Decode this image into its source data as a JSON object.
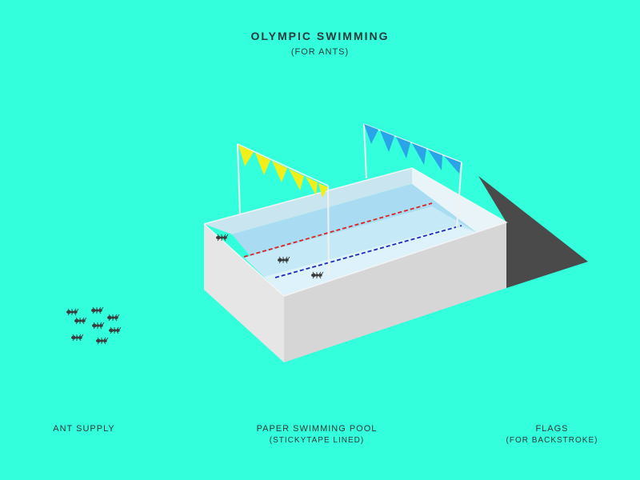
{
  "title": "OLYMPIC SWIMMING",
  "subtitle": "(FOR ANTS)",
  "captions": {
    "ant_supply": {
      "label": "ANT SUPPLY"
    },
    "pool": {
      "label": "PAPER SWIMMING POOL",
      "sublabel": "(STICKYTAPE LINED)"
    },
    "flags": {
      "label": "FLAGS",
      "sublabel": "(FOR BACKSTROKE)"
    }
  },
  "colors": {
    "background": "#33ffdd",
    "flags_front": "#f2ee1a",
    "flags_back": "#2aa4e8",
    "lane_rope_1": "#e02020",
    "lane_rope_2": "#1a2abf",
    "shadow": "#4a4a4a",
    "pool_wall": "#dcdcdc",
    "water": "#a9dcf2"
  },
  "icons": [
    "ant-icon",
    "flag-bunting",
    "swimming-pool"
  ]
}
